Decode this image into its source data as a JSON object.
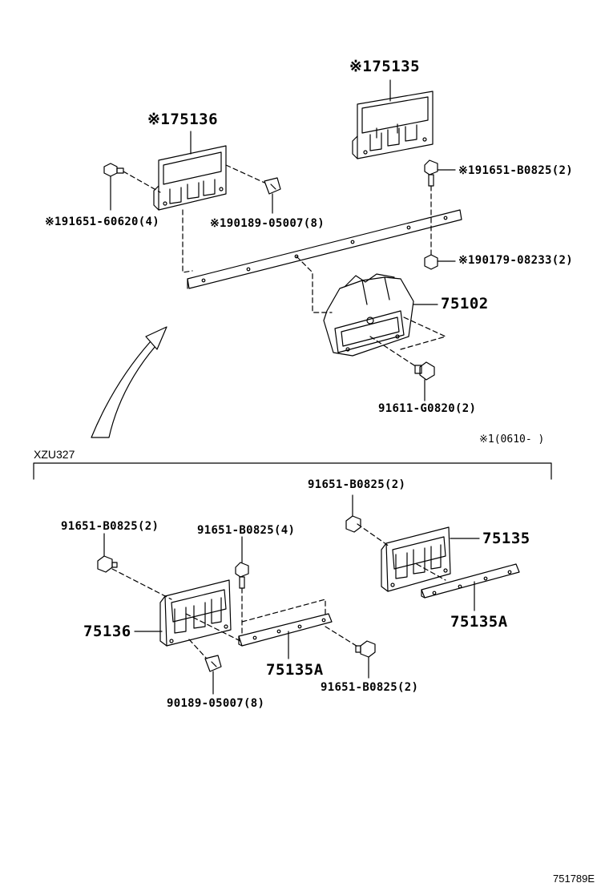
{
  "labels": {
    "top_75135": "※175135",
    "top_75136": "※175136",
    "bolt_b0825_top": "※191651-B0825(2)",
    "bolt_60620": "※191651-60620(4)",
    "nut_05007_top": "※190189-05007(8)",
    "nut_08233": "※190179-08233(2)",
    "part_75102": "75102",
    "bolt_g0820": "91611-G0820(2)",
    "date_note": "※1(0610-      )",
    "variant_title": "XZU327",
    "bolt_b0825_right": "91651-B0825(2)",
    "bolt_b0825_left": "91651-B0825(2)",
    "bolt_b0825_center": "91651-B0825(4)",
    "part_75135": "75135",
    "part_75135A_right": "75135A",
    "part_75136": "75136",
    "part_75135A_left": "75135A",
    "bolt_b0825_bottom": "91651-B0825(2)",
    "nut_05007_bottom": "90189-05007(8)",
    "diagram_code": "751789E"
  }
}
